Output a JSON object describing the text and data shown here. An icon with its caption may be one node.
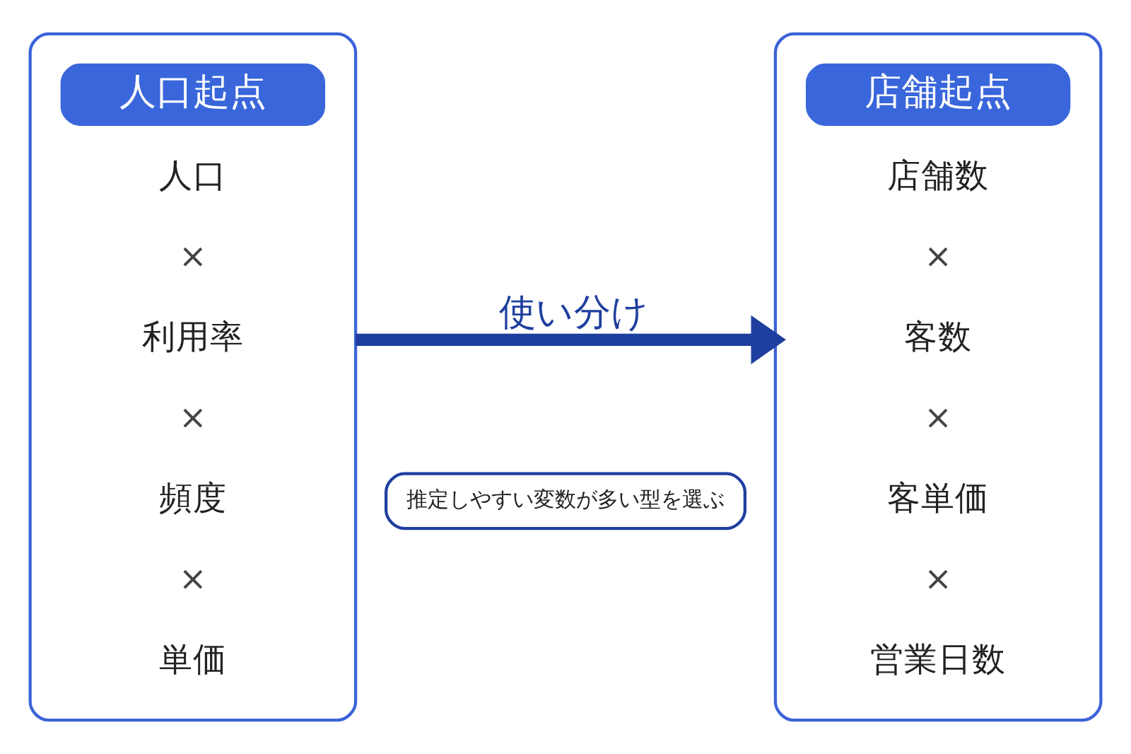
{
  "diagram": {
    "nodes": [
      {
        "text": [],
        "shape": "box"
      },
      {
        "text": [
          "人口起点"
        ],
        "in": 0
      },
      {
        "text": [
          "人口"
        ],
        "in": 0
      },
      {
        "text": [
          "利用率"
        ],
        "in": 0
      },
      {
        "text": [
          "頻度"
        ],
        "in": 0
      },
      {
        "text": [
          "単価"
        ],
        "in": 0
      },
      {
        "text": [],
        "shape": "box"
      },
      {
        "text": [
          "店舗起点"
        ],
        "in": 6
      },
      {
        "text": [
          "店舗数"
        ],
        "in": 6
      },
      {
        "text": [
          "客数"
        ],
        "in": 6
      },
      {
        "text": [
          "客単価"
        ],
        "in": 6
      },
      {
        "text": [
          "営業日数"
        ],
        "in": 6
      },
      {
        "text": [
          "推定しやすい変数が多い型を選ぶ"
        ]
      }
    ],
    "edges": [
      {
        "from": 0,
        "to": 6,
        "arrow": "to",
        "label": "使い分け",
        "color": "#1f3f9e"
      }
    ],
    "labels": [
      "×",
      "×",
      "×",
      "×",
      "×",
      "×"
    ]
  }
}
